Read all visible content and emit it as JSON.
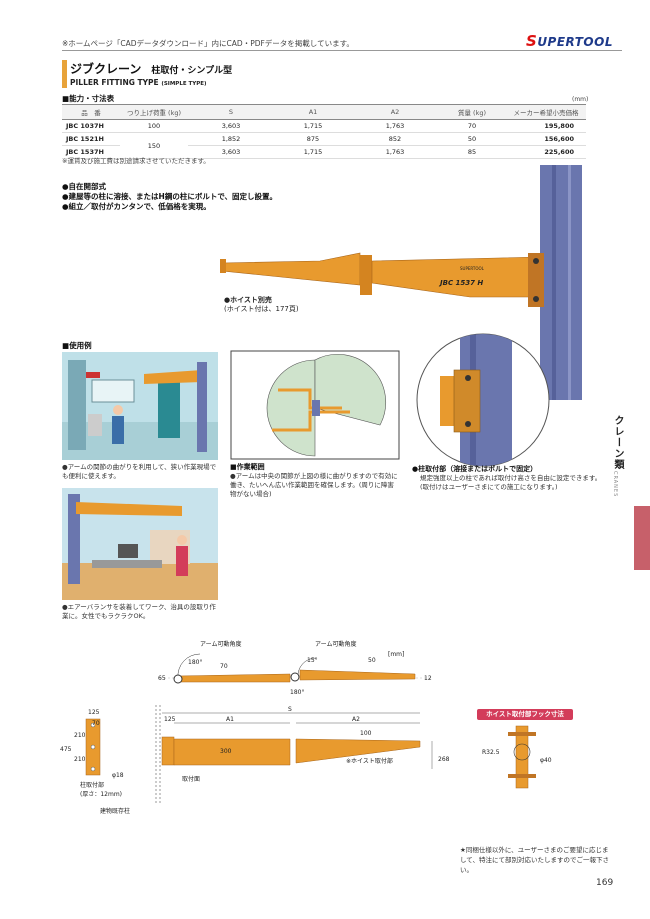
{
  "header": {
    "note": "※ホームページ「CADデータダウンロード」内にCAD・PDFデータを掲載しています。",
    "logo_mark": "S",
    "logo_text": "UPERTOOL"
  },
  "product": {
    "title": "ジブクレーン",
    "subtitle": "柱取付・シンプル型",
    "title_en": "PILLER FITTING TYPE",
    "title_en_sub": "(SIMPLE TYPE)"
  },
  "spec_section": {
    "label": "■能力・寸法表",
    "unit": "(mm)",
    "headers": [
      "品　番",
      "つり上げ荷重 (kg)",
      "S",
      "A1",
      "A2",
      "質量 (kg)",
      "メーカー希望小売価格"
    ],
    "rows": [
      {
        "model": "JBC 1037H",
        "load": "100",
        "s": "3,603",
        "a1": "1,715",
        "a2": "1,763",
        "mass": "70",
        "price": "195,800"
      },
      {
        "model": "JBC 1521H",
        "load": "150",
        "s": "1,852",
        "a1": "875",
        "a2": "852",
        "mass": "50",
        "price": "156,600"
      },
      {
        "model": "JBC 1537H",
        "load": "",
        "s": "3,603",
        "a1": "1,715",
        "a2": "1,763",
        "mass": "85",
        "price": "225,600"
      }
    ],
    "note": "※運賃及び施工費は別途請求させていただきます。"
  },
  "features": [
    "●自在開部式",
    "●建屋等の柱に溶接、またはH鋼の柱にボルトで、固定し設置。",
    "●組立／取付がカンタンで、低価格を実現。"
  ],
  "hoist": {
    "title": "●ホイスト別売",
    "note": "(ホイスト付は、177頁)",
    "arm_text": "JBC 1537 H",
    "arm_brand": "SUPERTOOL"
  },
  "usage": {
    "label": "■使用例",
    "caption1": "●アームの関節の曲がりを利用して、狭い作業現場でも便利に使えます。",
    "caption2": "●エアーバランサを装着してワーク、治具の設取り作業に。女性でもラクラクOK。"
  },
  "work_range": {
    "title": "■作業範囲",
    "caption": "●アームは中央の関節が上図の様に曲がりますので有効に働き、たいへん広い作業範囲を確保します。(周りに障害物がない場合)"
  },
  "mounting": {
    "title": "●柱取付部（溶接またはボルトで固定）",
    "caption": "規定強度以上の柱であれば取付け高さを自由に設定できます。(取付けはユーザーさまにての施工になります。)"
  },
  "side": {
    "label": "クレーン類",
    "en": "CRANES"
  },
  "drawing": {
    "arm_angle1": "アーム可動角度",
    "arm_angle2": "アーム可動角度",
    "deg180a": "180°",
    "deg180b": "180°",
    "deg15": "15°",
    "d70": "70",
    "d50": "50",
    "dmm": "[mm]",
    "d12": "12",
    "d65": "65",
    "d125a": "125",
    "d70b": "70",
    "d475": "475",
    "d210a": "210",
    "d210b": "210",
    "dphi18": "φ18",
    "mount_label": "柱取付部",
    "mount_thick": "(厚さ：12mm)",
    "building_pillar": "建物既存柱",
    "d125b": "125",
    "dS": "S",
    "dA1": "A1",
    "dA2": "A2",
    "d100": "100",
    "d300": "300",
    "d268": "268",
    "hoist_mount": "※ホイスト取付部",
    "mount_face": "取付面",
    "hook_label": "ホイスト取付部フック寸法",
    "dR32": "R32.5",
    "dphi40": "φ40"
  },
  "footer": {
    "note": "★同梱仕様以外に、ユーザーさまのご要望に応じまして、特注にて部別対応いたしますのでご一報下さい。",
    "page": "169"
  },
  "colors": {
    "arm_orange": "#e89a2e",
    "pillar_blue": "#6a76ae",
    "accent_pink": "#c7606a",
    "range_green": "#cfe3cc"
  }
}
